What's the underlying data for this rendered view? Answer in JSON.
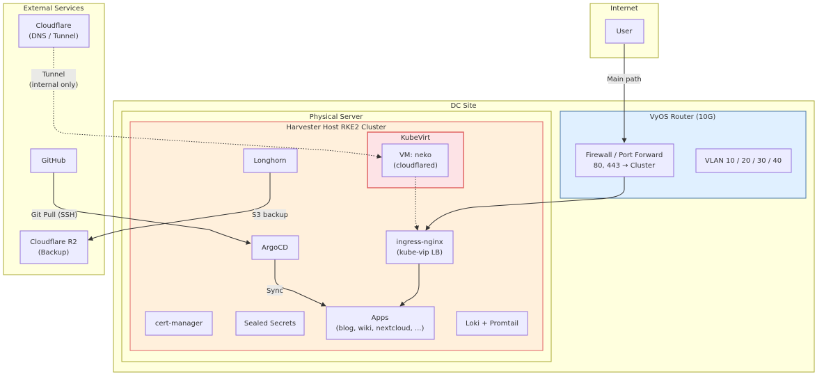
{
  "clusters": {
    "external": "External Services",
    "internet": "Internet",
    "dc": "DC Site",
    "physical": "Physical Server",
    "harvester": "Harvester Host RKE2 Cluster",
    "kubevirt": "KubeVirt",
    "vyos": "VyOS Router (10G)"
  },
  "nodes": {
    "cloudflare": [
      "Cloudflare",
      "(DNS / Tunnel)"
    ],
    "github": [
      "GitHub"
    ],
    "r2": [
      "Cloudflare R2",
      "(Backup)"
    ],
    "user": [
      "User"
    ],
    "longhorn": [
      "Longhorn"
    ],
    "neko": [
      "VM: neko",
      "(cloudflared)"
    ],
    "argocd": [
      "ArgoCD"
    ],
    "ingress": [
      "ingress-nginx",
      "(kube-vip LB)"
    ],
    "certmanager": [
      "cert-manager"
    ],
    "sealed": [
      "Sealed Secrets"
    ],
    "apps": [
      "Apps",
      "(blog, wiki, nextcloud, ...)"
    ],
    "loki": [
      "Loki + Promtail"
    ],
    "firewall": [
      "Firewall / Port Forward",
      "80, 443 → Cluster"
    ],
    "vlan": [
      "VLAN 10 / 20 / 30 / 40"
    ]
  },
  "edge_labels": {
    "tunnel": [
      "Tunnel",
      "(internal only)"
    ],
    "main": [
      "Main path"
    ],
    "gitpull": [
      "Git Pull (SSH)"
    ],
    "s3": [
      "S3 backup"
    ],
    "sync": [
      "Sync"
    ]
  }
}
